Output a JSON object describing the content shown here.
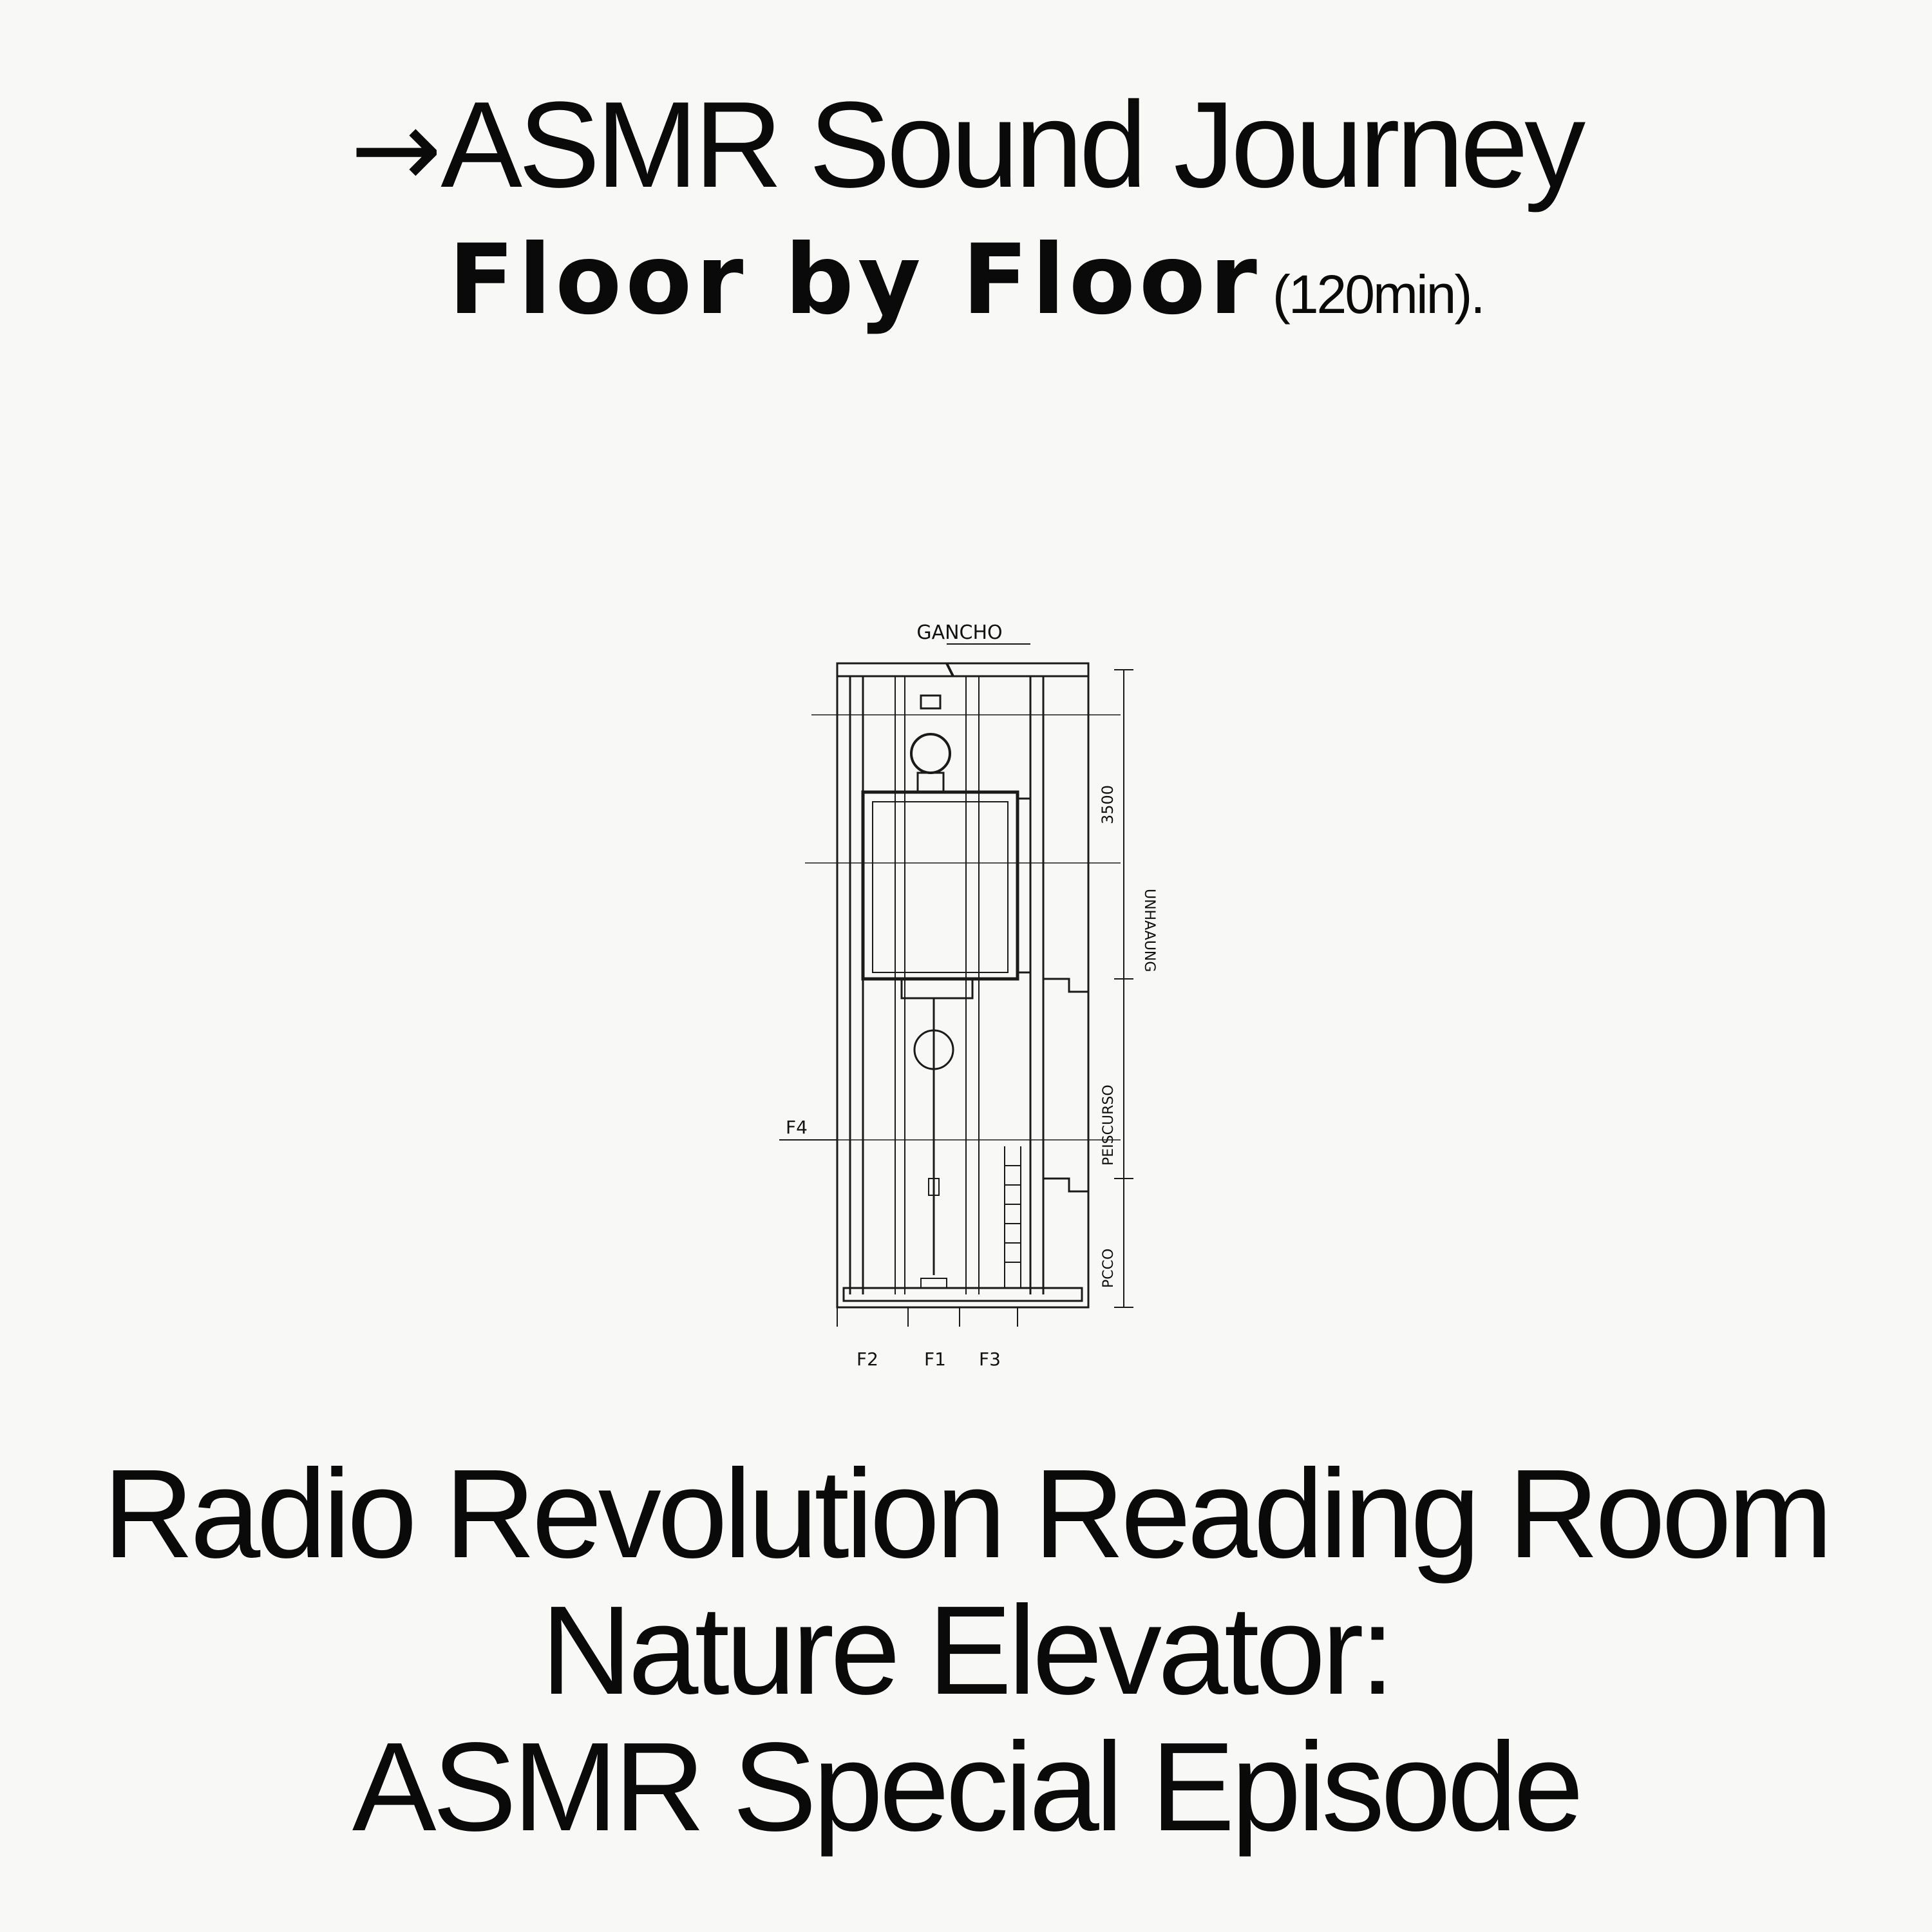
{
  "header": {
    "arrow": "→",
    "title": "ASMR Sound Journey",
    "subtitle": "Floor by Floor",
    "duration": "(120min)."
  },
  "drawing": {
    "label_top": "GANCHO",
    "label_height": "3500",
    "label_side": "UNHAAUNG",
    "label_mid": "PEISCURSO",
    "label_bottom": "PCCO",
    "label_left": "F4",
    "label_f2": "F2",
    "label_f1": "F1",
    "label_f3": "F3"
  },
  "footer": {
    "line1": "Radio Revolution Reading Room",
    "line2": "Nature Elevator:",
    "line3": "ASMR Special Episode"
  }
}
